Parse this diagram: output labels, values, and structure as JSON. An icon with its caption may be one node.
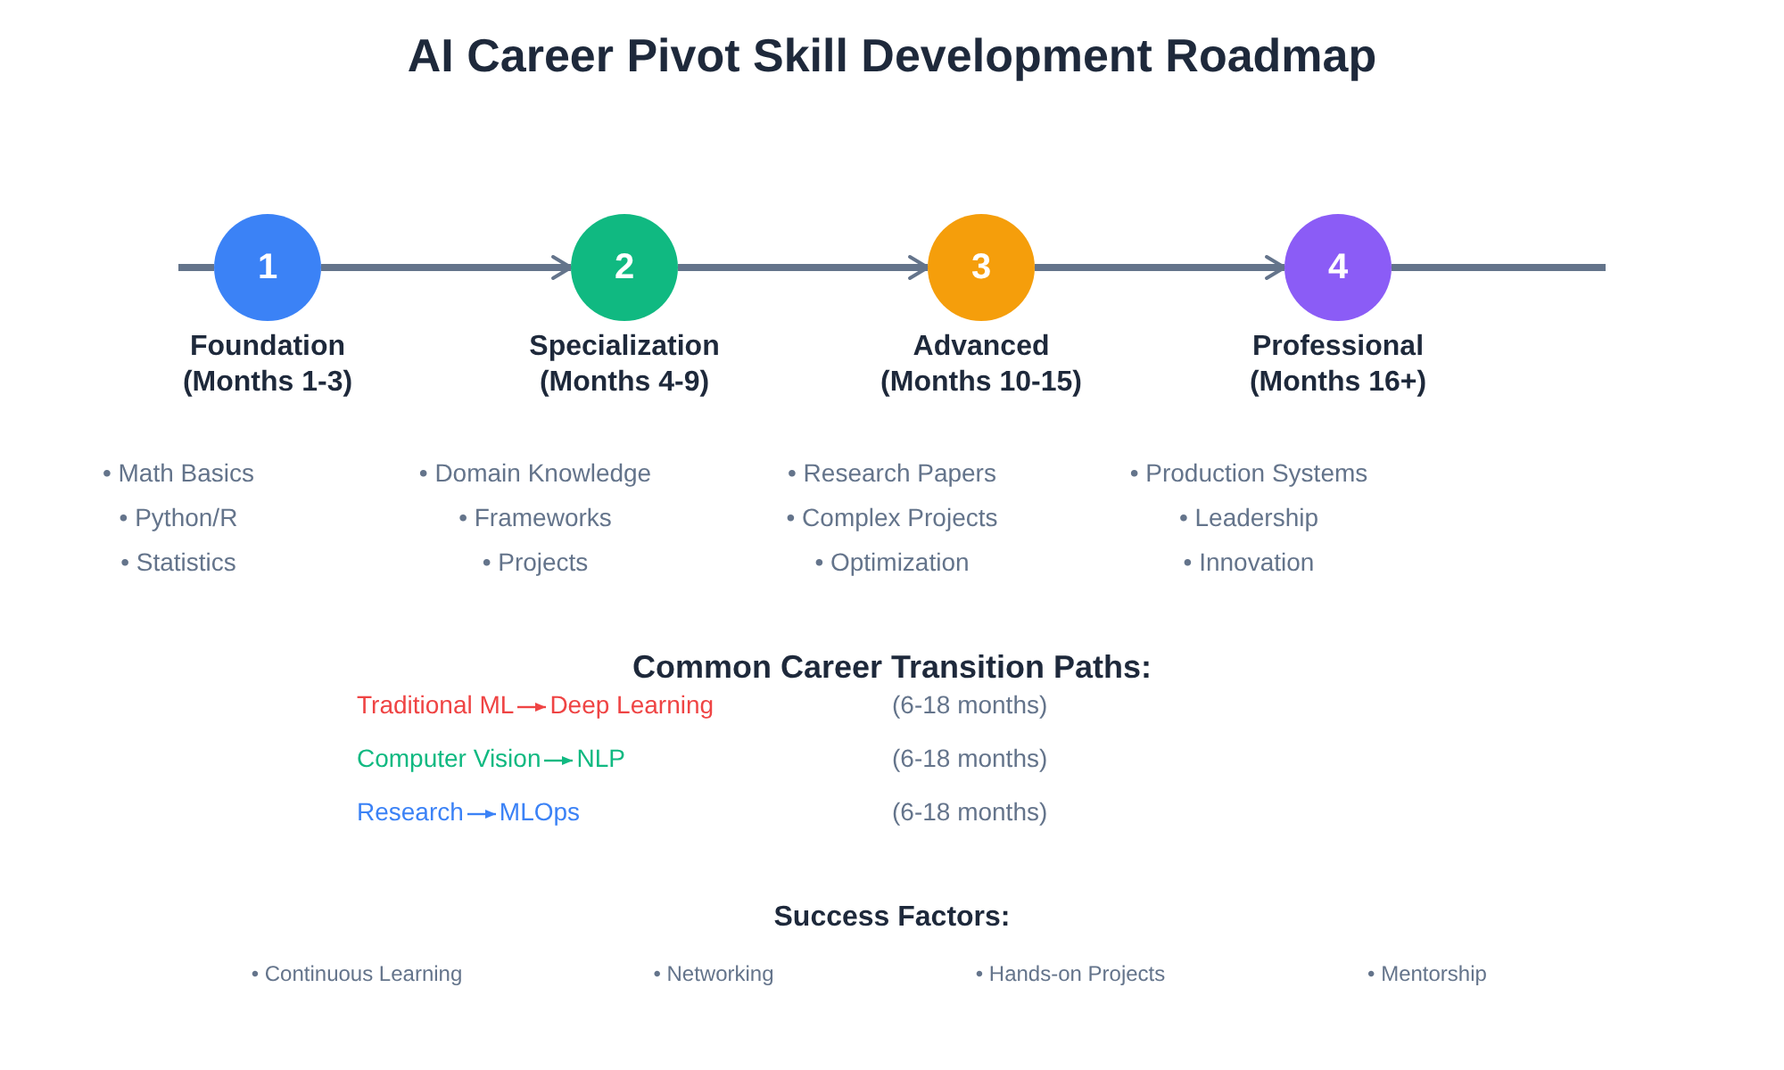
{
  "diagram": {
    "title": "AI Career Pivot Skill Development Roadmap",
    "nodes": [
      {
        "text": [
          "1"
        ],
        "beside": [
          "Foundation (Months 1-3)",
          "• Math Basics",
          "• Python/R",
          "• Statistics"
        ]
      },
      {
        "text": [
          "2"
        ],
        "beside": [
          "Specialization (Months 4-9)",
          "• Domain Knowledge",
          "• Frameworks",
          "• Projects"
        ]
      },
      {
        "text": [
          "3"
        ],
        "beside": [
          "Advanced (Months 10-15)",
          "• Research Papers",
          "• Complex Projects",
          "• Optimization"
        ]
      },
      {
        "text": [
          "4"
        ],
        "beside": [
          "Professional (Months 16+)",
          "• Production Systems",
          "• Leadership",
          "• Innovation"
        ]
      },
      {
        "text": [
          "Traditional ML"
        ]
      },
      {
        "text": [
          "Deep Learning"
        ]
      },
      {
        "text": [
          "Computer Vision"
        ]
      },
      {
        "text": [
          "NLP"
        ]
      },
      {
        "text": [
          "Research"
        ]
      },
      {
        "text": [
          "MLOps"
        ]
      }
    ],
    "edges": [
      {
        "from": null,
        "to": 0,
        "arrow": "none"
      },
      {
        "from": 0,
        "to": 1,
        "arrow": "to"
      },
      {
        "from": 1,
        "to": 2,
        "arrow": "to"
      },
      {
        "from": 2,
        "to": 3,
        "arrow": "to"
      },
      {
        "from": 3,
        "to": null,
        "arrow": "none"
      },
      {
        "from": 4,
        "to": 5,
        "arrow": "to",
        "color": "#ef4444"
      },
      {
        "from": 6,
        "to": 7,
        "arrow": "to",
        "color": "#10b981"
      },
      {
        "from": 8,
        "to": 9,
        "arrow": "to",
        "color": "#3b82f6"
      }
    ],
    "labels": [
      "Common Career Transition Paths:",
      "(6-18 months)",
      "(6-18 months)",
      "(6-18 months)",
      "Success Factors:",
      "• Continuous Learning",
      "• Networking",
      "• Hands-on Projects",
      "• Mentorship"
    ]
  }
}
